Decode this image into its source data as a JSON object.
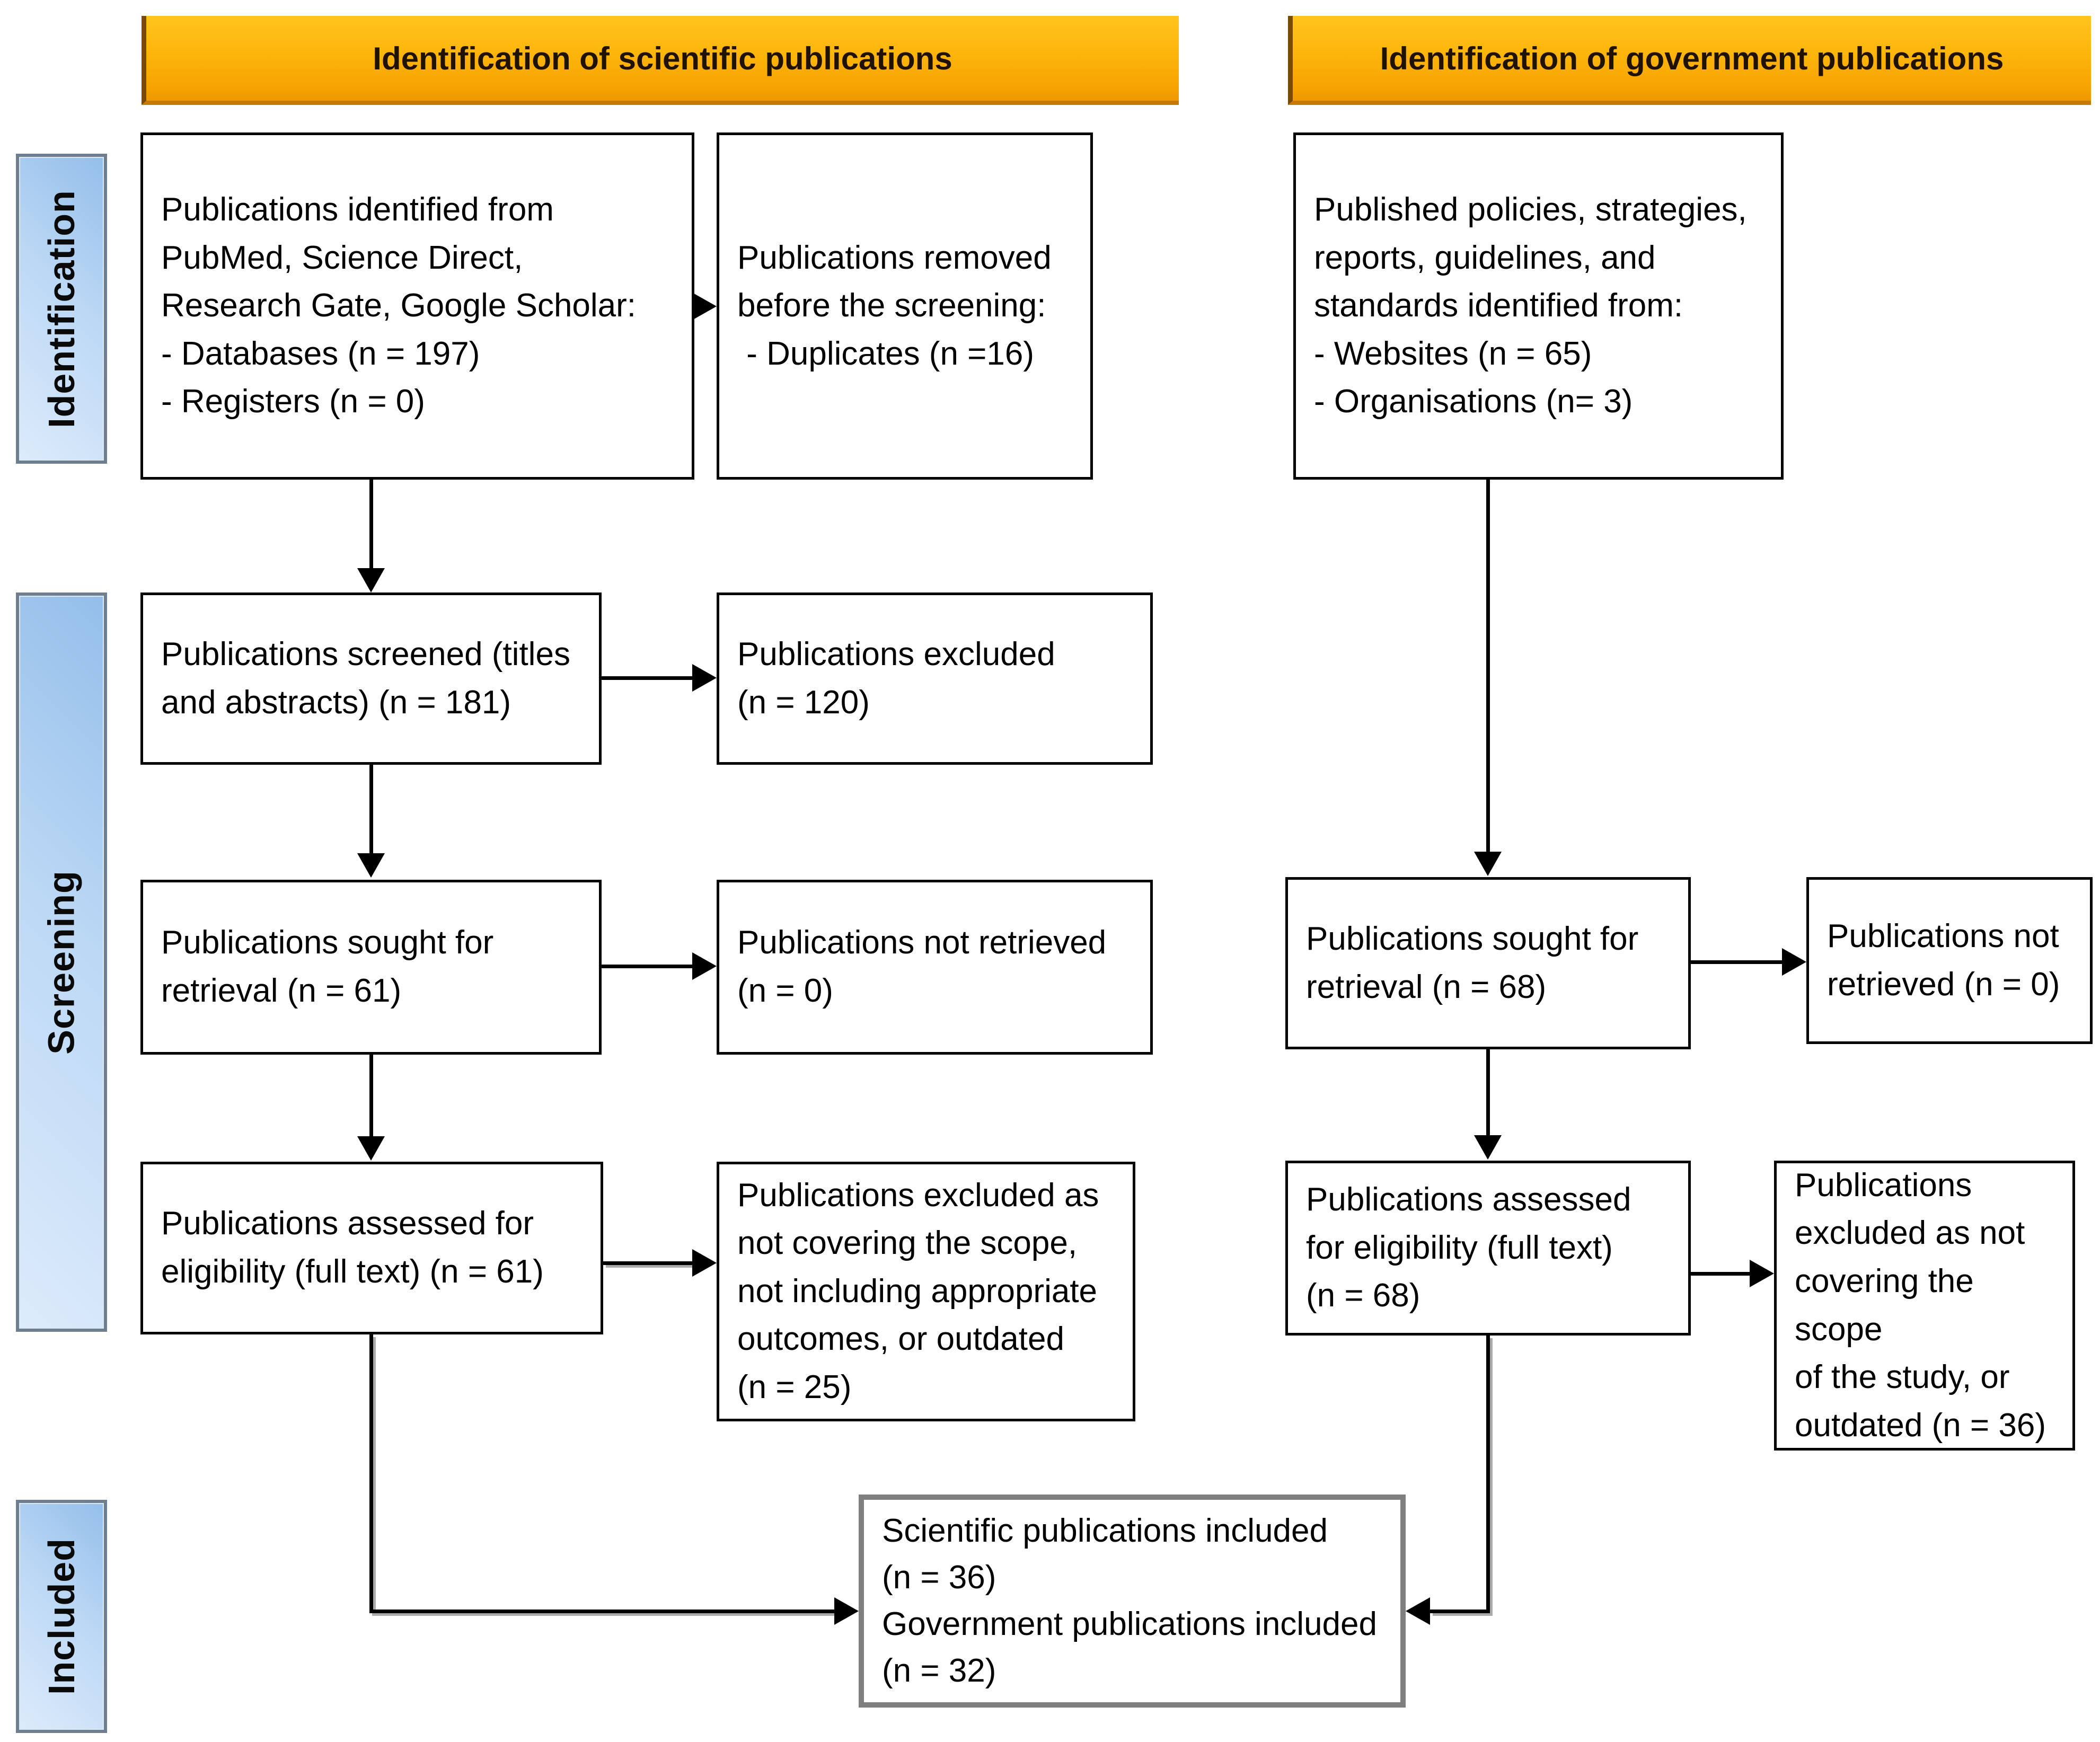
{
  "diagram_title": "PRISMA publication selection flow",
  "colors": {
    "banner_top": "#ffc51f",
    "banner_bottom": "#f6a302",
    "banner_text": "#1f1300",
    "banner_edge": "#7a4a00",
    "stage_fill_light": "#ddebfb",
    "stage_fill_dark": "#94beea",
    "stage_border": "#6e7e8e",
    "box_border": "#000000",
    "included_box_border": "#7f7f7f",
    "arrow": "#000000"
  },
  "headers": {
    "scientific": "Identification of scientific publications",
    "government": "Identification of government publications"
  },
  "stages": {
    "identification": "Identification",
    "screening": "Screening",
    "included": "Included"
  },
  "boxes": {
    "sci_identified": "Publications identified from\nPubMed, Science Direct,\nResearch Gate, Google Scholar:\n- Databases (n = 197)\n- Registers (n = 0)",
    "sci_removed": "Publications removed\nbefore the screening:\n - Duplicates (n =16)",
    "sci_screened": "Publications screened (titles\nand abstracts) (n = 181)",
    "sci_excluded_screening": "Publications excluded\n(n = 120)",
    "sci_sought": "Publications sought for\nretrieval (n = 61)",
    "sci_not_retrieved": "Publications not retrieved\n(n = 0)",
    "sci_assessed": "Publications assessed for\neligibility (full text) (n = 61)",
    "sci_excluded_eligibility": "Publications excluded as\nnot covering the scope,\nnot including appropriate\noutcomes, or outdated\n(n = 25)",
    "gov_identified": "Published policies, strategies,\nreports, guidelines, and\nstandards identified from:\n- Websites (n = 65)\n- Organisations (n= 3)",
    "gov_sought": "Publications sought for\nretrieval (n = 68)",
    "gov_not_retrieved": "Publications not\nretrieved (n = 0)",
    "gov_assessed": "Publications assessed\nfor eligibility (full text)\n(n = 68)",
    "gov_excluded_eligibility": "Publications\nexcluded as not\ncovering the scope\nof the study, or\noutdated (n = 36)",
    "included_summary": "Scientific publications included\n(n = 36)\nGovernment publications included\n(n = 32)"
  }
}
